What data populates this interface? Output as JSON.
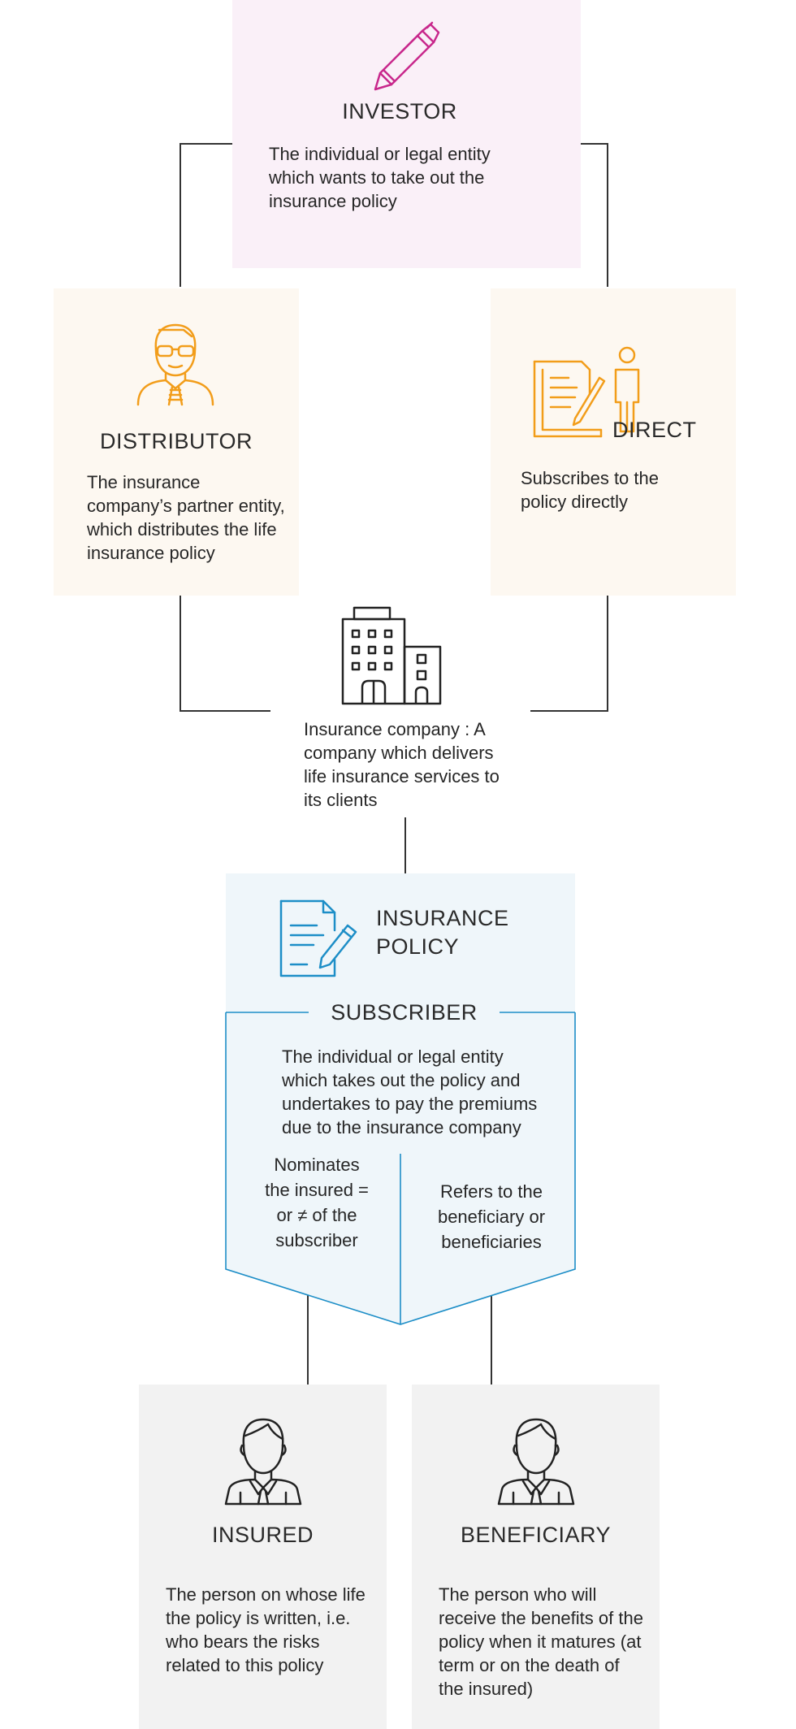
{
  "investor": {
    "icon": "pen-icon",
    "title": "INVESTOR",
    "description": "The individual or legal entity which wants to take out the insurance policy"
  },
  "distributor": {
    "icon": "businessman-icon",
    "title": "DISTRIBUTOR",
    "description": "The insurance company’s partner entity, which distributes the life insurance policy"
  },
  "direct": {
    "icon": "document-signing-person-icon",
    "title": "DIRECT",
    "description": "Subscribes to the policy directly"
  },
  "insurance_company": {
    "icon": "office-building-icon",
    "description": "Insurance company : A company which delivers life insurance services to its clients"
  },
  "insurance_policy": {
    "icon": "contract-pen-icon",
    "title_line1": "INSURANCE",
    "title_line2": "POLICY"
  },
  "subscriber": {
    "title": "SUBSCRIBER",
    "description": "The individual or legal entity which takes out the policy and undertakes to pay the premiums due to the insurance company",
    "nominates": "Nominates the insured = or ≠ of the subscriber",
    "refers": "Refers to the beneficiary or beneficiaries"
  },
  "insured": {
    "icon": "person-icon",
    "title": "INSURED",
    "description": "The person on whose life the policy is written, i.e. who bears the risks related to this policy"
  },
  "beneficiary": {
    "icon": "person-icon",
    "title": "BENEFICIARY",
    "description": "The person who will receive the benefits of the policy when it matures (at term or on the death of the insured)"
  },
  "colors": {
    "investor_bg": "#faf0f8",
    "investor_icon": "#c8288c",
    "distributor_bg": "#fdf8f1",
    "orange_icon": "#f29d1a",
    "policy_bg": "#eff6fa",
    "blue_icon": "#1d8ec7",
    "person_bg": "#f2f2f2",
    "connector": "#333333"
  }
}
